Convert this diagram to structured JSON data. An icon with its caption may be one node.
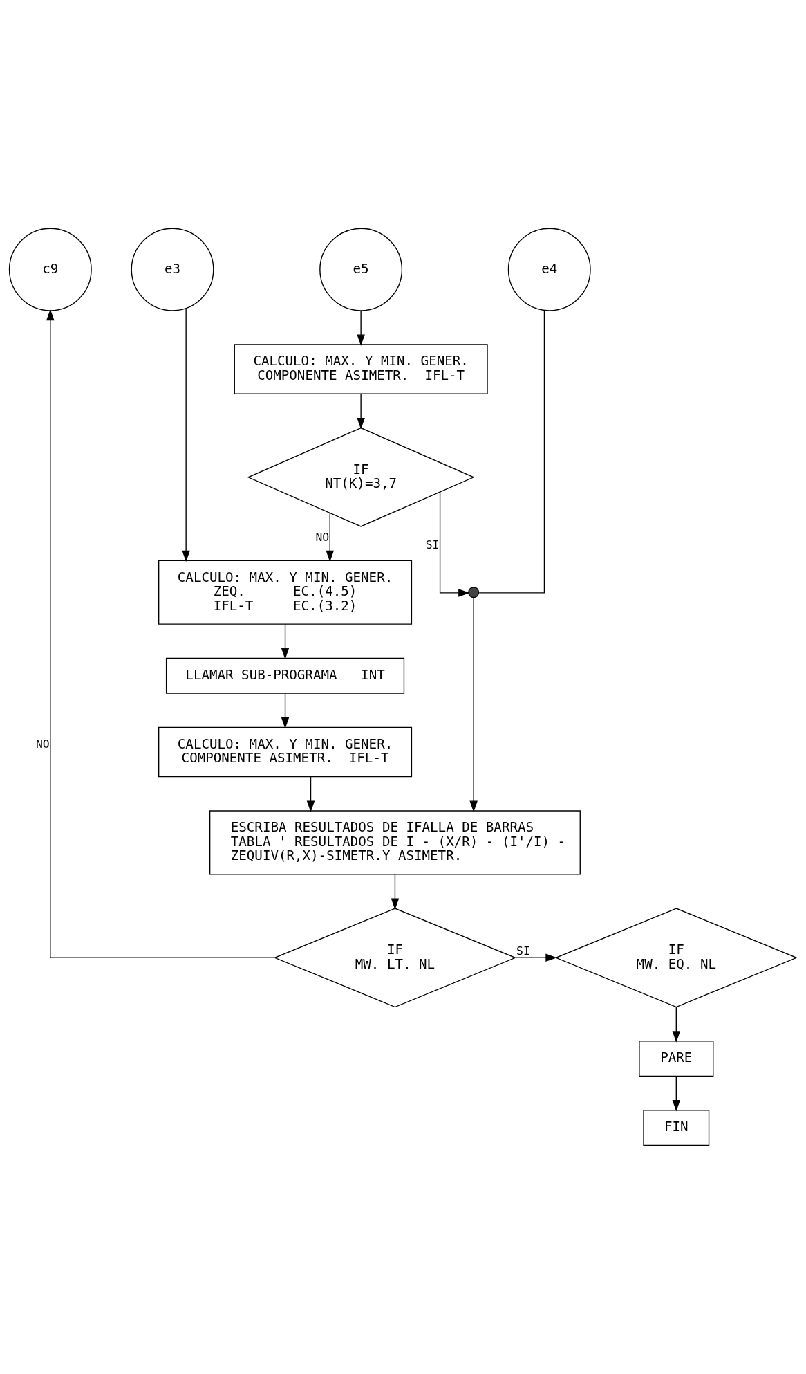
{
  "diagram": {
    "nodes": [
      {
        "text": [
          "c9"
        ]
      },
      {
        "text": [
          "e4"
        ]
      },
      {
        "text": [
          "e5"
        ]
      },
      {
        "text": [
          "e3"
        ]
      },
      {
        "text": [
          "CALCULO: MAX. Y MIN. GENER.",
          "COMPONENTE ASIMETR.  IFL-T"
        ]
      },
      {
        "text": [
          "IF",
          "NT(K)=3,7"
        ]
      },
      {
        "text": [],
        "shape": "circle"
      },
      {
        "text": [
          "CALCULO: MAX. Y MIN. GENER.",
          "ZEQ.      EC.(4.5)",
          "IFL-T     EC.(3.2)"
        ]
      },
      {
        "text": [
          "LLAMAR SUB-PROGRAMA   INT"
        ]
      },
      {
        "text": [
          "CALCULO: MAX. Y MIN. GENER.",
          "COMPONENTE ASIMETR.  IFL-T"
        ]
      },
      {
        "text": [
          "ESCRIBA RESULTADOS DE IFALLA DE BARRAS",
          "TABLA ' RESULTADOS DE I - (X/R) - (I'/I) - ZEQUIV(R,X)-SIMETR.Y ASIMETR."
        ]
      },
      {
        "text": [
          "IF",
          "MW. LT. NL"
        ]
      },
      {
        "text": [
          "IF",
          "MW. EQ. NL"
        ]
      },
      {
        "text": [
          "PARE"
        ]
      },
      {
        "text": [
          "FIN"
        ]
      }
    ],
    "edges": [
      {
        "from": 2,
        "to": 4,
        "arrow": "to"
      },
      {
        "from": 4,
        "to": 5,
        "arrow": "to"
      },
      {
        "from": 5,
        "to": 6,
        "arrow": "to",
        "label": "SI"
      },
      {
        "from": 1,
        "to": 6,
        "arrow": "none"
      },
      {
        "from": 6,
        "to": 10,
        "arrow": "to"
      },
      {
        "from": 5,
        "to": 7,
        "arrow": "to",
        "label": "NO"
      },
      {
        "from": 3,
        "to": 7,
        "arrow": "to"
      },
      {
        "from": 7,
        "to": 8,
        "arrow": "to"
      },
      {
        "from": 8,
        "to": 9,
        "arrow": "to"
      },
      {
        "from": 9,
        "to": 10,
        "arrow": "to"
      },
      {
        "from": 10,
        "to": 11,
        "arrow": "to"
      },
      {
        "from": 11,
        "to": 0,
        "arrow": "to",
        "label": "NO"
      },
      {
        "from": 11,
        "to": 12,
        "arrow": "to",
        "label": "SI"
      },
      {
        "from": 12,
        "to": 13,
        "arrow": "to"
      },
      {
        "from": 13,
        "to": 14,
        "arrow": "to"
      }
    ]
  }
}
